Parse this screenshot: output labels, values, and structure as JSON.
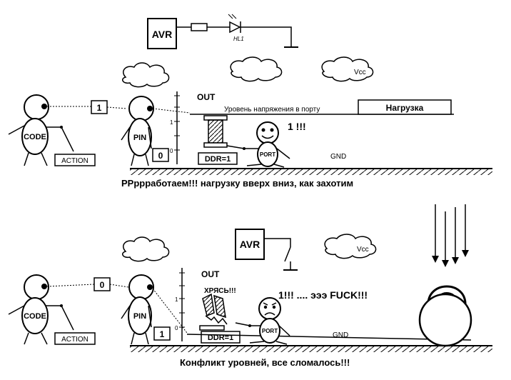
{
  "top": {
    "avr_label": "AVR",
    "led_label": "HL1",
    "vcc_label": "Vcc",
    "out_label": "OUT",
    "tick_1": "1",
    "tick_0": "0",
    "level_text": "Уровень напряжения в порту",
    "load_label": "Нагрузка",
    "code_label": "CODE",
    "action_label": "ACTION",
    "pin_label": "PIN",
    "port_label": "PORT",
    "code_value": "1",
    "pin_value": "0",
    "ddr_label": "DDR=1",
    "exclaim": "1 !!!",
    "gnd_label": "GND",
    "caption": "РРррработаем!!! нагрузку вверх вниз, как захотим"
  },
  "bottom": {
    "avr_label": "AVR",
    "vcc_label": "Vcc",
    "out_label": "OUT",
    "tick_1": "1",
    "tick_0": "0",
    "code_label": "CODE",
    "action_label": "ACTION",
    "pin_label": "PIN",
    "port_label": "PORT",
    "code_value": "0",
    "pin_value": "1",
    "ddr_label": "DDR=1",
    "crunch": "ХРЯСЬ!!!",
    "exclaim": "1!!! .... эээ  FUCK!!!",
    "gnd_label": "GND",
    "caption": "Конфликт уровней, все сломалось!!!"
  }
}
